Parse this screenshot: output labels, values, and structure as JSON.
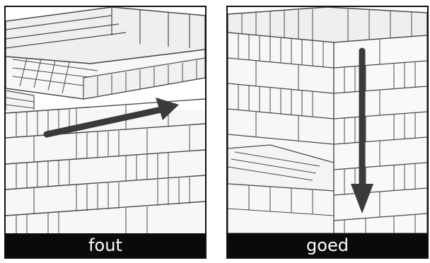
{
  "panels": [
    {
      "caption": "fout",
      "arrow_direction": "horizontal"
    },
    {
      "caption": "goed",
      "arrow_direction": "vertical-down"
    }
  ],
  "colors": {
    "brick_fill": "#f5f5f5",
    "mortar_line": "#4a4a4a",
    "arrow": "#3a3a3a",
    "caption_bar": "#0a0a0a",
    "caption_text": "#ffffff"
  }
}
